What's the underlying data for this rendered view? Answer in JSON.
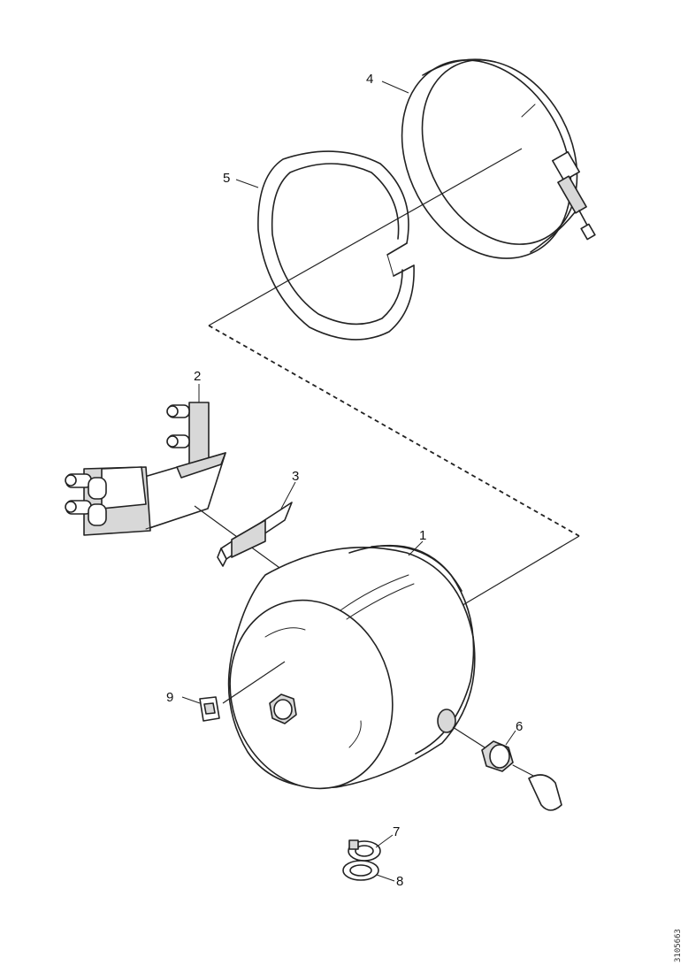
{
  "drawing": {
    "callouts": {
      "c1": "1",
      "c2": "2",
      "c3": "3",
      "c4": "4",
      "c5": "5",
      "c6": "6",
      "c7": "7",
      "c8": "8",
      "c9": "9"
    },
    "reference_code": "3105663"
  },
  "parts": [
    {
      "callout": "1",
      "icon": "air-tank-icon"
    },
    {
      "callout": "2",
      "icon": "mounting-bracket-icon"
    },
    {
      "callout": "3",
      "icon": "rubber-pad-icon"
    },
    {
      "callout": "4",
      "icon": "tensioning-strap-icon"
    },
    {
      "callout": "5",
      "icon": "rubber-strip-icon"
    },
    {
      "callout": "6",
      "icon": "drain-valve-icon"
    },
    {
      "callout": "7",
      "icon": "hose-clamp-icon"
    },
    {
      "callout": "8",
      "icon": "hose-clamp-icon"
    },
    {
      "callout": "9",
      "icon": "label-plate-icon"
    }
  ]
}
